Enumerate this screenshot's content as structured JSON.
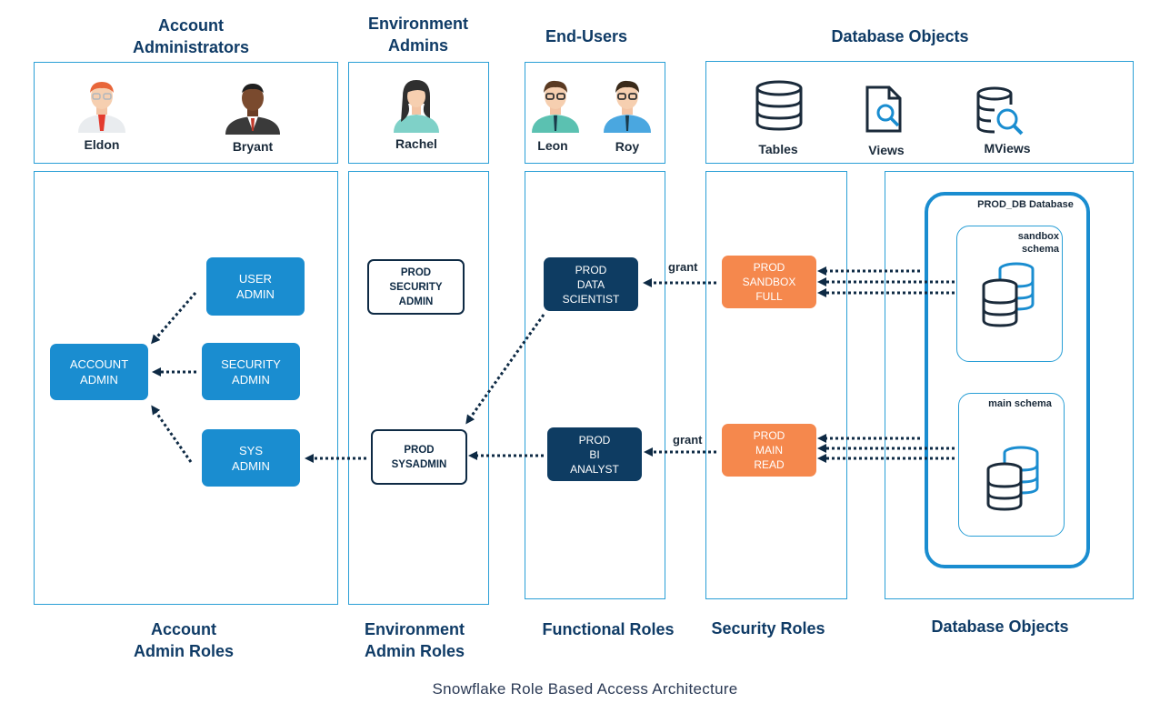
{
  "headers": {
    "account_administrators": "Account\nAdministrators",
    "environment_admins": "Environment\nAdmins",
    "end_users": "End-Users",
    "database_objects": "Database Objects"
  },
  "people": {
    "eldon": "Eldon",
    "bryant": "Bryant",
    "rachel": "Rachel",
    "leon": "Leon",
    "roy": "Roy"
  },
  "object_types": {
    "tables": "Tables",
    "views": "Views",
    "mviews": "MViews"
  },
  "roles": {
    "user_admin": "USER\nADMIN",
    "account_admin": "ACCOUNT\nADMIN",
    "security_admin": "SECURITY\nADMIN",
    "sys_admin": "SYS\nADMIN",
    "prod_security_admin": "PROD\nSECURITY\nADMIN",
    "prod_sysadmin": "PROD\nSYSADMIN",
    "prod_data_scientist": "PROD\nDATA\nSCIENTIST",
    "prod_bi_analyst": "PROD\nBI\nANALYST",
    "prod_sandbox_full": "PROD\nSANDBOX\nFULL",
    "prod_main_read": "PROD\nMAIN\nREAD"
  },
  "grant_labels": {
    "top": "grant",
    "bottom": "grant"
  },
  "database": {
    "name": "PROD_DB Database",
    "sandbox_schema": "sandbox\nschema",
    "main_schema": "main schema"
  },
  "footers": {
    "account_admin_roles": "Account\nAdmin Roles",
    "environment_admin_roles": "Environment\nAdmin Roles",
    "functional_roles": "Functional Roles",
    "security_roles": "Security Roles",
    "database_objects": "Database Objects"
  },
  "caption": "Snowflake Role Based Access Architecture",
  "colors": {
    "panel_border": "#2a9fd6",
    "header_text": "#0f3b66",
    "account_role_blue": "#1a8dd0",
    "functional_role_navy": "#0e3c62",
    "security_role_orange": "#f5884d",
    "arrow": "#0e2a44"
  }
}
